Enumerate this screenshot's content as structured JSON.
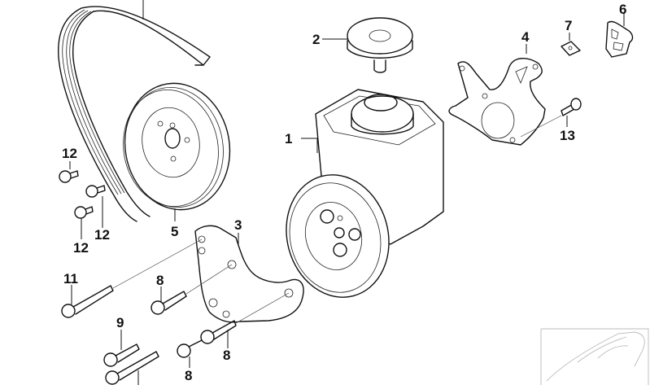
{
  "diagram": {
    "title": "Power steering pump exploded view",
    "callouts": [
      {
        "id": "c1",
        "number": "1",
        "part": "power-steering-pump"
      },
      {
        "id": "c2",
        "number": "2",
        "part": "reservoir-cap"
      },
      {
        "id": "c3",
        "number": "3",
        "part": "pump-bracket"
      },
      {
        "id": "c4",
        "number": "4",
        "part": "mounting-plate"
      },
      {
        "id": "c5",
        "number": "5",
        "part": "belt-pulley"
      },
      {
        "id": "c6",
        "number": "6",
        "part": "gasket"
      },
      {
        "id": "c7",
        "number": "7",
        "part": "clip-nut"
      },
      {
        "id": "c8a",
        "number": "8",
        "part": "hex-bolt"
      },
      {
        "id": "c8b",
        "number": "8",
        "part": "hex-bolt"
      },
      {
        "id": "c8c",
        "number": "8",
        "part": "hex-bolt"
      },
      {
        "id": "c9",
        "number": "9",
        "part": "hex-bolt"
      },
      {
        "id": "c11",
        "number": "11",
        "part": "long-hex-bolt"
      },
      {
        "id": "c12a",
        "number": "12",
        "part": "short-bolt"
      },
      {
        "id": "c12b",
        "number": "12",
        "part": "short-bolt"
      },
      {
        "id": "c12c",
        "number": "12",
        "part": "short-bolt"
      },
      {
        "id": "c13",
        "number": "13",
        "part": "bolt"
      }
    ],
    "thumbnail": "vehicle-outline"
  }
}
